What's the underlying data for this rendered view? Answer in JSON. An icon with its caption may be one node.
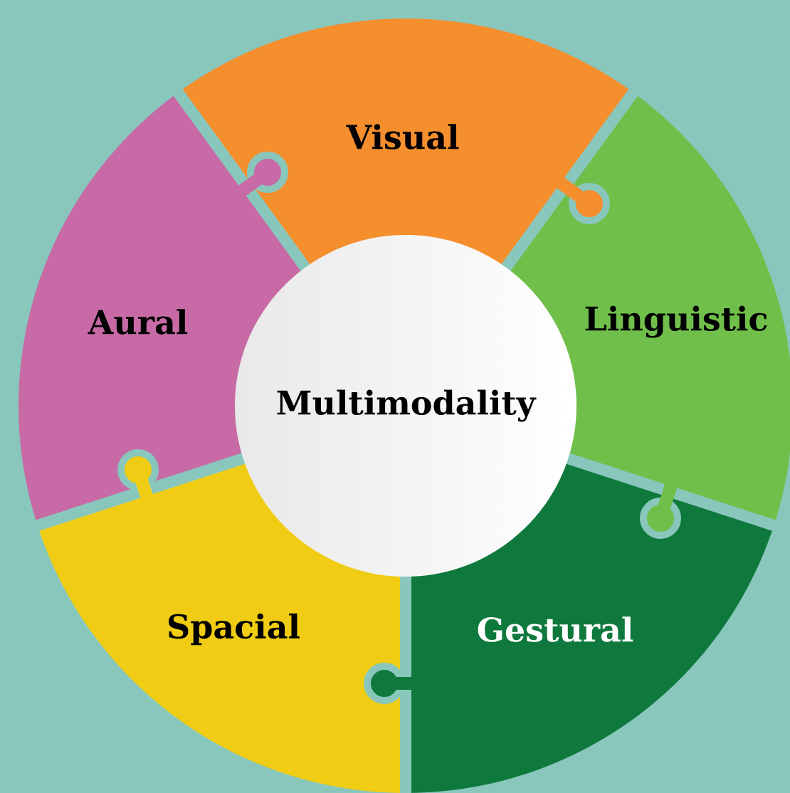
{
  "diagram": {
    "nodes": [
      {
        "text": [
          "Visual"
        ]
      },
      {
        "text": [
          "Aural"
        ]
      },
      {
        "text": [
          "Linguistic"
        ]
      },
      {
        "text": [
          "Multimodality"
        ]
      },
      {
        "text": [
          "Spacial"
        ]
      },
      {
        "text": [
          "Gestural"
        ]
      }
    ]
  }
}
